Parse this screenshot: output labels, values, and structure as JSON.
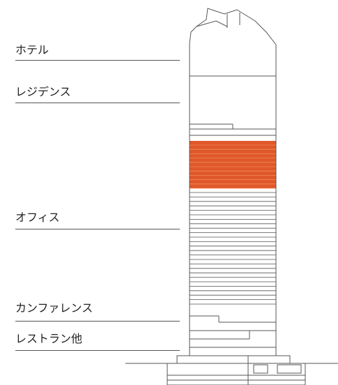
{
  "labels": {
    "hotel": "ホテル",
    "residence": "レジデンス",
    "office": "オフィス",
    "conference": "カンファレンス",
    "restaurant": "レストラン他"
  },
  "colors": {
    "line": "#555555",
    "highlight": "#e0582a",
    "highlight_stripe": "#f08a5d"
  }
}
